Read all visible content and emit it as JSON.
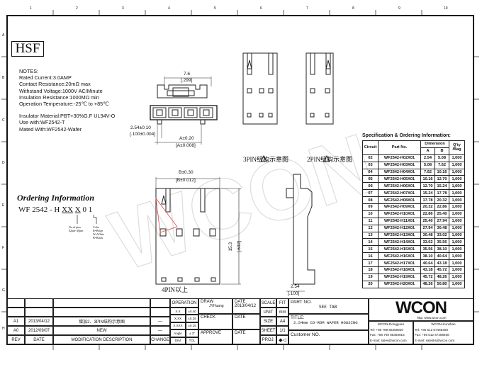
{
  "zones": {
    "columns": [
      "1",
      "2",
      "3",
      "4",
      "5",
      "6",
      "7",
      "8",
      "9",
      "10"
    ],
    "rows": [
      "A",
      "B",
      "C",
      "D",
      "E",
      "F",
      "G",
      "H"
    ]
  },
  "logo_box": "HSF",
  "notes": {
    "title": "NOTES:",
    "lines": [
      "Rated Current:3.0AMP",
      "Contact Resistance:20mΩ max",
      "Withstand Voltage:1000V AC/Minute",
      "Insulation Resistance:1000MΩ min",
      "Operation Temperature:-25℃ to +85℃"
    ],
    "material": [
      "Insulator Material:PBT+30%G.F UL94V-O",
      "Use with:WF2542-T",
      "Mated With:WF2542-Wafer"
    ]
  },
  "top_view": {
    "dim_width": "7.6",
    "dim_width_in": "[.299]",
    "pitch": "2.54±0.10",
    "pitch_in": "[.100±0.004]",
    "dim_a": "A±0.20",
    "dim_a_in": "[A±0.008]"
  },
  "views": {
    "label_3pin": "3PIN结构示意图",
    "label_2pin": "2PIN结构示意图",
    "label_4pin": "4PIN以上",
    "dim_b": "B±0.30",
    "dim_b_in": "[B±0.012]",
    "height": "15.3",
    "height_in": "[.602]",
    "side_pitch": "2.54",
    "side_pitch_in": "[.100]"
  },
  "ordering": {
    "title": "Ordering Information",
    "code": "WF 2542 - H",
    "xx": "XX",
    "x": "X",
    "suffix": "0 1",
    "pins_label": "No.of pins",
    "pins_range": "02pin~20pin",
    "color_label": "Color",
    "colors": [
      "B=Beige",
      "W=White",
      "B=Black"
    ]
  },
  "spec": {
    "title": "Specification & Ordering Information:",
    "headers": {
      "circuit": "Circuit",
      "part": "Part No.",
      "dimension": "Dimension",
      "a": "A",
      "b": "B",
      "qty": "Q'ty /Bag"
    },
    "rows": [
      [
        "02",
        "WF2542-H02X01",
        "2.54",
        "5.08",
        "1,000"
      ],
      [
        "03",
        "WF2542-H03X01",
        "5.08",
        "7.62",
        "1,000"
      ],
      [
        "04",
        "WF2542-H04X01",
        "7.62",
        "10.16",
        "1,000"
      ],
      [
        "05",
        "WF2542-H05X01",
        "10.16",
        "12.70",
        "1,000"
      ],
      [
        "06",
        "WF2542-H06X01",
        "12.70",
        "15.24",
        "1,000"
      ],
      [
        "07",
        "WF2542-H07X01",
        "15.24",
        "17.78",
        "1,000"
      ],
      [
        "08",
        "WF2542-H08X01",
        "17.78",
        "20.32",
        "1,000"
      ],
      [
        "09",
        "WF2542-H09X01",
        "20.32",
        "22.86",
        "1,000"
      ],
      [
        "10",
        "WF2542-H10X01",
        "22.86",
        "25.40",
        "1,000"
      ],
      [
        "11",
        "WF2542-H11X01",
        "25.40",
        "27.94",
        "1,000"
      ],
      [
        "12",
        "WF2542-H12X01",
        "27.94",
        "30.48",
        "1,000"
      ],
      [
        "13",
        "WF2542-H13X01",
        "30.48",
        "33.02",
        "1,000"
      ],
      [
        "14",
        "WF2542-H14X01",
        "33.02",
        "35.56",
        "1,000"
      ],
      [
        "15",
        "WF2542-H15X01",
        "35.56",
        "38.10",
        "1,000"
      ],
      [
        "16",
        "WF2542-H16X01",
        "38.10",
        "40.64",
        "1,000"
      ],
      [
        "17",
        "WF2542-H17X01",
        "40.64",
        "43.18",
        "1,000"
      ],
      [
        "18",
        "WF2542-H18X01",
        "43.18",
        "45.72",
        "1,000"
      ],
      [
        "19",
        "WF2542-H19X01",
        "45.72",
        "48.26",
        "1,000"
      ],
      [
        "20",
        "WF2542-H20X01",
        "48.26",
        "50.80",
        "1,000"
      ]
    ]
  },
  "title_block": {
    "revisions": [
      {
        "rev": "A1",
        "date": "2013/04/12",
        "desc": "增加2、3PIN结构示意图",
        "change": "—"
      },
      {
        "rev": "A0",
        "date": "2012/09/07",
        "desc": "NEW",
        "change": "—"
      }
    ],
    "rev_header": {
      "rev": "REV",
      "date": "DATE",
      "desc": "MODIFICATION DESCRIPTION",
      "change": "CHANGE"
    },
    "operation": "OPERATION",
    "tol": [
      [
        "X.X",
        "±0.40"
      ],
      [
        "X.XX",
        "±0.25"
      ],
      [
        "X.XXX",
        "±0.15"
      ],
      [
        "Angle",
        "± 3°"
      ],
      [
        "DIM",
        "TOL"
      ]
    ],
    "draw_label": "DRAW",
    "draw_name": "JYHuang",
    "date_label": "DATE",
    "draw_date": "2013/04/12",
    "check": "CHECK",
    "approve": "APPROVE",
    "scale_label": "SCALE",
    "scale": "FIT",
    "unit_label": "UNIT",
    "unit": "mm",
    "size_label": "SIZE",
    "size": "A4",
    "sheet_label": "SHEET",
    "sheet": "1/1",
    "proj_label": "PROJ.",
    "part_no_label": "PART NO.",
    "part_no": "SEE TAB",
    "title_label": "TITLE:",
    "title": "2.54mm CD-ROM WAFER HOUSING",
    "customer_label": "Customer NO.",
    "company": "WCON",
    "website": "http: www.wcon.com",
    "offices": [
      {
        "name": "WCON-Dongguan",
        "tel": "Tel: +86 769 85356920",
        "fax": "Fax: +86 769 85356915",
        "email": "E-mail: sales@wcon.com"
      },
      {
        "name": "WCON-Kunshan",
        "tel": "Tel: +86 512 57468408",
        "fax": "Fax: +86 512 57468468",
        "email": "E-mail: salesks@wcon.com"
      }
    ]
  }
}
